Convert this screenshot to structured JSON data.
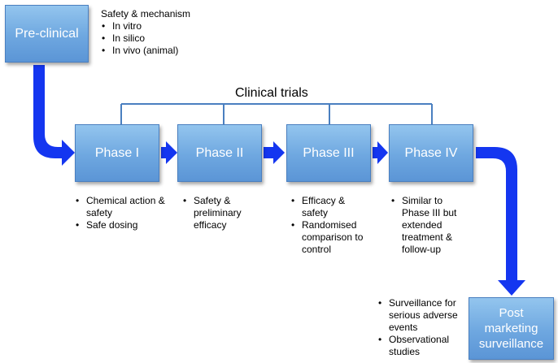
{
  "boxes": {
    "preclinical": "Pre-clinical",
    "phase1": "Phase I",
    "phase2": "Phase II",
    "phase3": "Phase III",
    "phase4": "Phase IV",
    "post": [
      "Post",
      "marketing",
      "surveillance"
    ]
  },
  "clinical_title": "Clinical trials",
  "notes": {
    "preclinical": {
      "heading": "Safety & mechanism",
      "items": [
        "In vitro",
        "In silico",
        "In vivo (animal)"
      ]
    },
    "phase1": {
      "items": [
        "Chemical action & safety",
        "Safe dosing"
      ]
    },
    "phase2": {
      "items": [
        "Safety & preliminary efficacy"
      ]
    },
    "phase3": {
      "items": [
        "Efficacy & safety",
        "Randomised comparison to control"
      ]
    },
    "phase4": {
      "items": [
        "Similar to Phase III but extended treatment & follow-up"
      ]
    },
    "post": {
      "items": [
        "Surveillance for serious adverse events",
        "Observational studies"
      ]
    }
  },
  "colors": {
    "box_fill": "#6ea7e0",
    "arrow": "#1436f0",
    "bracket": "#4a7fc0"
  }
}
